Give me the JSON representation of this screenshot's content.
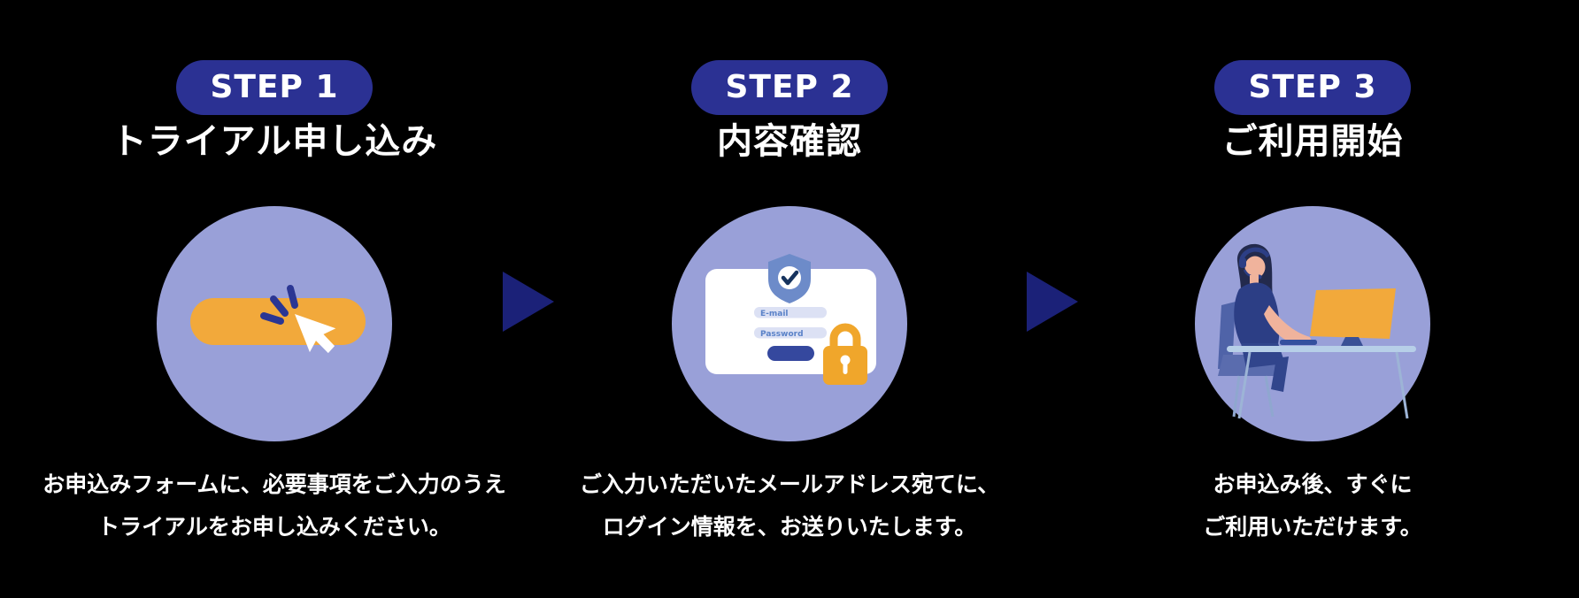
{
  "steps": [
    {
      "badge": "STEP 1",
      "title": "トライアル申し込み",
      "desc1": "お申込みフォームに、必要事項をご入力のうえ",
      "desc2": "トライアルをお申し込みください。"
    },
    {
      "badge": "STEP 2",
      "title": "内容確認",
      "desc1": "ご入力いただいたメールアドレス宛てに、",
      "desc2": "ログイン情報を、お送りいたします。"
    },
    {
      "badge": "STEP 3",
      "title": "ご利用開始",
      "desc1": "お申込み後、すぐに",
      "desc2": "ご利用いただけます。"
    }
  ],
  "login_form": {
    "email_label": "E-mail",
    "password_label": "Password"
  },
  "colors": {
    "background": "#000000",
    "badge_navy": "#2b3193",
    "arrow_navy": "#1b2178",
    "circle_lavender": "#99a0d8",
    "accent_orange": "#f2a93b",
    "form_button_blue": "#35489e",
    "shield_blue": "#6d8bc9",
    "text_white": "#ffffff"
  }
}
